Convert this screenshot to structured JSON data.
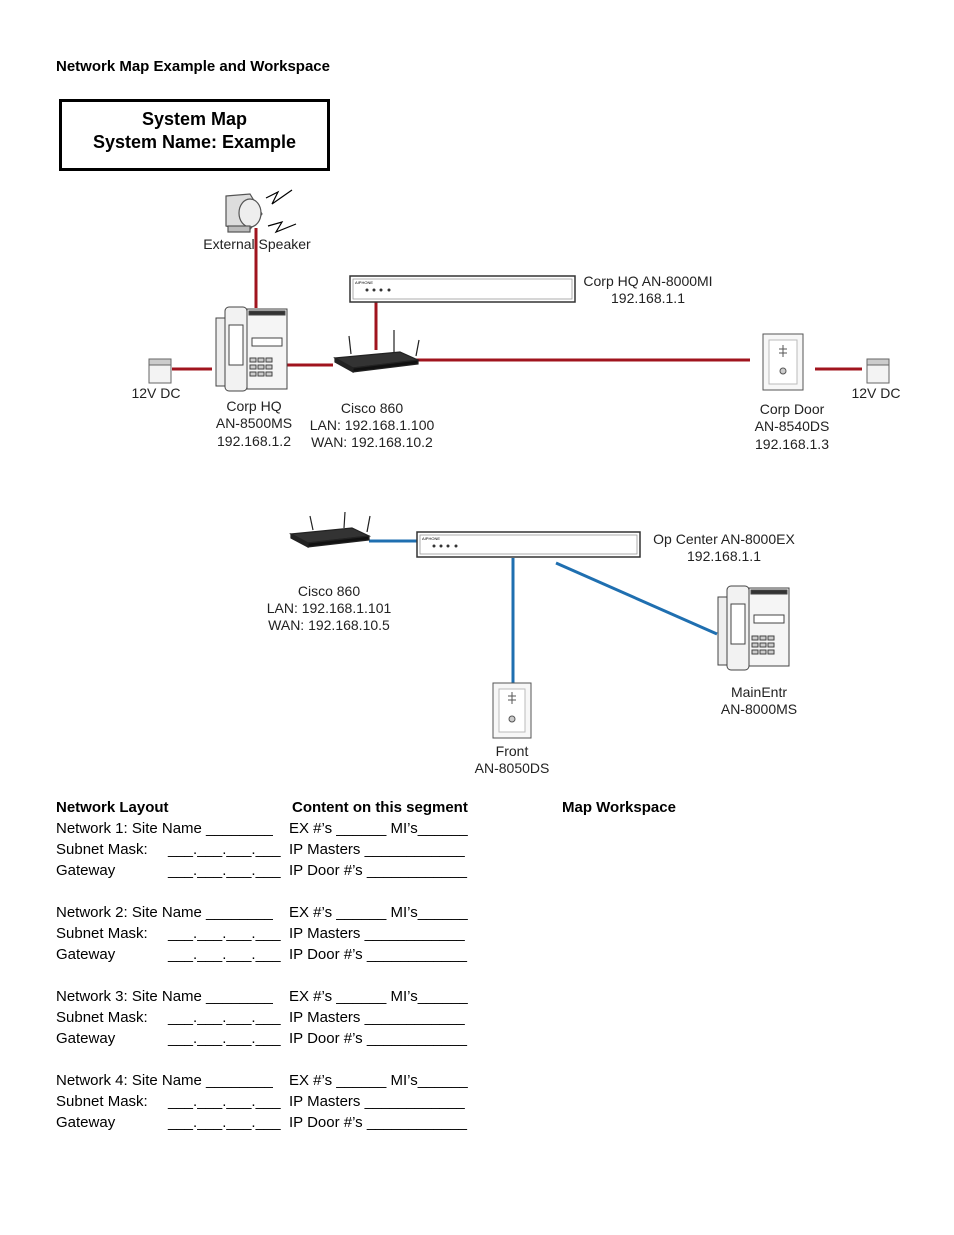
{
  "doc_title": "Network Map Example and Workspace",
  "system_box": {
    "line1": "System Map",
    "line2": "System Name: Example"
  },
  "diagram": {
    "speaker": "External Speaker",
    "hq_server": [
      "Corp HQ AN-8000MI",
      "192.168.1.1"
    ],
    "dc_left": "12V DC",
    "dc_right": "12V DC",
    "hq_master": [
      "Corp HQ",
      "AN-8500MS",
      "192.168.1.2"
    ],
    "cisco_hq": [
      "Cisco 860",
      "LAN: 192.168.1.100",
      "WAN: 192.168.10.2"
    ],
    "corp_door": [
      "Corp Door",
      "AN-8540DS",
      "192.168.1.3"
    ],
    "op_center": [
      "Op Center AN-8000EX",
      "192.168.1.1"
    ],
    "cisco_op": [
      "Cisco 860",
      "LAN: 192.168.1.101",
      "WAN: 192.168.10.5"
    ],
    "main_entr": [
      "MainEntr",
      "AN-8000MS"
    ],
    "front": [
      "Front",
      "AN-8050DS"
    ],
    "brand": "AIPHONE"
  },
  "form": {
    "headers": {
      "layout": "Network Layout",
      "content": "Content on this segment",
      "workspace": "Map Workspace"
    },
    "networks": [
      {
        "name_line": "Network 1:  Site Name ________",
        "name_right": "EX #’s ______  MI’s______",
        "mask_label": "Subnet Mask:",
        "mask_blank": "___.___.___.___",
        "mask_right": "IP Masters ____________",
        "gw_label": "Gateway",
        "gw_blank": "___.___.___.___",
        "gw_right": "IP Door #’s ____________"
      },
      {
        "name_line": "Network 2:  Site Name ________",
        "name_right": "EX #’s ______  MI’s______",
        "mask_label": "Subnet Mask:",
        "mask_blank": "___.___.___.___",
        "mask_right": "IP Masters ____________",
        "gw_label": "Gateway",
        "gw_blank": "___.___.___.___",
        "gw_right": "IP Door #’s ____________"
      },
      {
        "name_line": "Network 3:  Site Name ________",
        "name_right": "EX #’s ______  MI’s______",
        "mask_label": "Subnet Mask:",
        "mask_blank": "___.___.___.___",
        "mask_right": "IP Masters ____________",
        "gw_label": "Gateway",
        "gw_blank": "___.___.___.___",
        "gw_right": "IP Door #’s ____________"
      },
      {
        "name_line": "Network 4:  Site Name ________",
        "name_right": "EX #’s ______  MI’s______",
        "mask_label": "Subnet Mask:",
        "mask_blank": "___.___.___.___",
        "mask_right": "IP Masters ____________",
        "gw_label": "Gateway",
        "gw_blank": "___.___.___.___",
        "gw_right": "IP Door #’s ____________"
      }
    ]
  },
  "colors": {
    "red_link": "#a0141e",
    "blue_link": "#1f6fb0"
  }
}
